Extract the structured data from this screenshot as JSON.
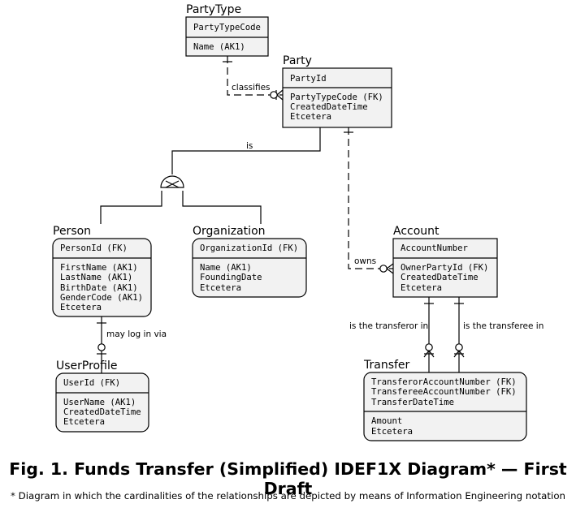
{
  "colors": {
    "entity_fill": "#f2f2f2",
    "stroke": "#000000",
    "background": "#ffffff"
  },
  "entities": {
    "party_type": {
      "name": "PartyType",
      "keys": [
        "PartyTypeCode"
      ],
      "attributes": [
        "Name (AK1)"
      ]
    },
    "party": {
      "name": "Party",
      "keys": [
        "PartyId"
      ],
      "attributes": [
        "PartyTypeCode (FK)",
        "CreatedDateTime",
        "Etcetera"
      ]
    },
    "person": {
      "name": "Person",
      "keys": [
        "PersonId (FK)"
      ],
      "attributes": [
        "FirstName (AK1)",
        "LastName (AK1)",
        "BirthDate (AK1)",
        "GenderCode (AK1)",
        "Etcetera"
      ]
    },
    "organization": {
      "name": "Organization",
      "keys": [
        "OrganizationId (FK)"
      ],
      "attributes": [
        "Name (AK1)",
        "FoundingDate",
        "Etcetera"
      ]
    },
    "account": {
      "name": "Account",
      "keys": [
        "AccountNumber"
      ],
      "attributes": [
        "OwnerPartyId (FK)",
        "CreatedDateTime",
        "Etcetera"
      ]
    },
    "user_profile": {
      "name": "UserProfile",
      "keys": [
        "UserId (FK)"
      ],
      "attributes": [
        "UserName (AK1)",
        "CreatedDateTime",
        "Etcetera"
      ]
    },
    "transfer": {
      "name": "Transfer",
      "keys": [
        "TransferorAccountNumber (FK)",
        "TransfereeAccountNumber (FK)",
        "TransferDateTime"
      ],
      "attributes": [
        "Amount",
        "Etcetera"
      ]
    }
  },
  "relationships": {
    "classifies": "classifies",
    "is": "is",
    "owns": "owns",
    "may_log_in_via": "may log in via",
    "is_the_transferor_in": "is the transferor in",
    "is_the_transferee_in": "is the transferee in"
  },
  "caption": {
    "title": "Fig. 1. Funds Transfer (Simplified) IDEF1X Diagram* — First Draft",
    "note": "* Diagram in which the cardinalities of the relationships are depicted by means of Information Engineering notation"
  }
}
